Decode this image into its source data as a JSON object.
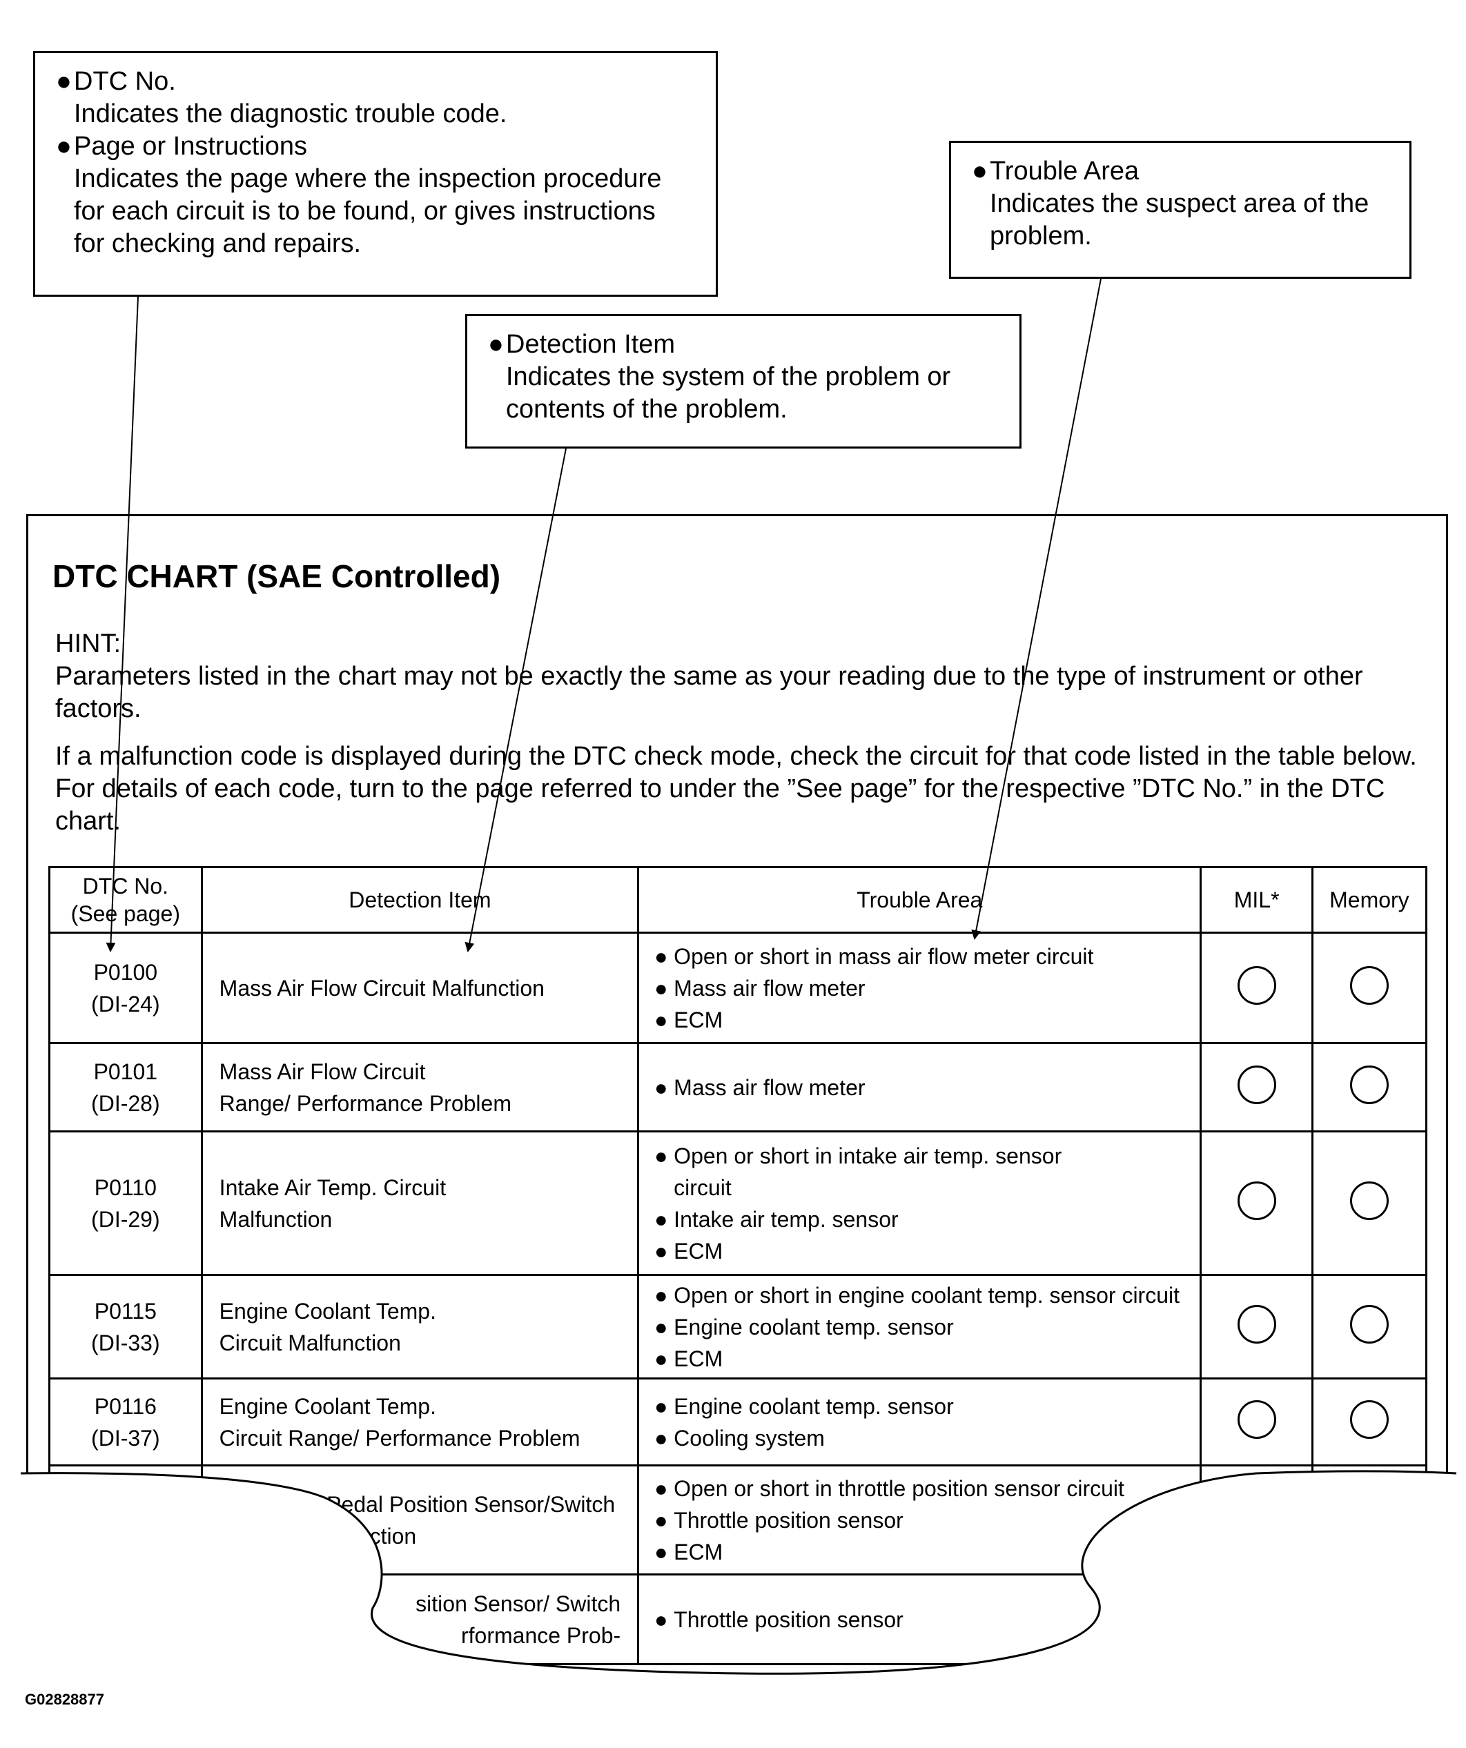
{
  "callouts": {
    "dtc": {
      "title1": "DTC No.",
      "desc1": "Indicates the diagnostic trouble code.",
      "title2": "Page or Instructions",
      "desc2_lines": [
        "Indicates the page where the inspection procedure",
        "for each circuit is to be found, or gives instructions",
        "for checking and repairs."
      ]
    },
    "trouble": {
      "title": "Trouble Area",
      "desc_lines": [
        "Indicates the suspect area of the",
        "problem."
      ]
    },
    "detection": {
      "title": "Detection Item",
      "desc_lines": [
        "Indicates the system of the problem or",
        "contents of the problem."
      ]
    }
  },
  "chart": {
    "title": "DTC CHART (SAE Controlled)",
    "hint_label": "HINT:",
    "hint_text": "Parameters listed in the chart may not be exactly the same as your reading due to the type of instrument or other factors.",
    "para": "If a malfunction code is displayed during the DTC check mode, check the circuit for that code listed in the table below. For details of each code, turn to the page referred to under the ”See page” for the respective ”DTC No.” in the DTC chart.",
    "headers": {
      "dtc_line1": "DTC No.",
      "dtc_line2": "(See page)",
      "detection": "Detection Item",
      "trouble": "Trouble Area",
      "mil": "MIL*",
      "memory": "Memory"
    },
    "rows": [
      {
        "code": "P0100",
        "page": "(DI-24)",
        "detection": [
          "Mass Air Flow Circuit Malfunction"
        ],
        "trouble": [
          [
            "Open or short in mass air flow meter circuit"
          ],
          [
            "Mass air flow meter"
          ],
          [
            "ECM"
          ]
        ]
      },
      {
        "code": "P0101",
        "page": "(DI-28)",
        "detection": [
          "Mass Air Flow Circuit",
          "Range/ Performance Problem"
        ],
        "trouble": [
          [
            "Mass air flow meter"
          ]
        ]
      },
      {
        "code": "P0110",
        "page": "(DI-29)",
        "detection": [
          "Intake Air Temp. Circuit",
          "Malfunction"
        ],
        "trouble": [
          [
            "Open or short in intake air temp. sensor",
            "circuit"
          ],
          [
            "Intake air temp. sensor"
          ],
          [
            "ECM"
          ]
        ]
      },
      {
        "code": "P0115",
        "page": "(DI-33)",
        "detection": [
          "Engine Coolant Temp.",
          "Circuit Malfunction"
        ],
        "trouble": [
          [
            "Open or short in engine coolant temp. sensor circuit"
          ],
          [
            "Engine coolant temp. sensor"
          ],
          [
            "ECM"
          ]
        ]
      },
      {
        "code": "P0116",
        "page": "(DI-37)",
        "detection": [
          "Engine Coolant Temp.",
          "Circuit Range/ Performance Problem"
        ],
        "trouble": [
          [
            "Engine coolant temp. sensor"
          ],
          [
            "Cooling system"
          ]
        ]
      }
    ],
    "partial_rows": [
      {
        "detection_fragments": [
          "/ Pedal Position Sensor/Switch",
          "nction"
        ],
        "trouble": [
          "Open or short in throttle position sensor circuit",
          "Throttle position sensor",
          "ECM"
        ]
      },
      {
        "detection_fragments": [
          "sition Sensor/ Switch",
          "rformance Prob-"
        ],
        "trouble": [
          "Throttle position sensor"
        ]
      }
    ]
  },
  "figure_id": "G02828877"
}
